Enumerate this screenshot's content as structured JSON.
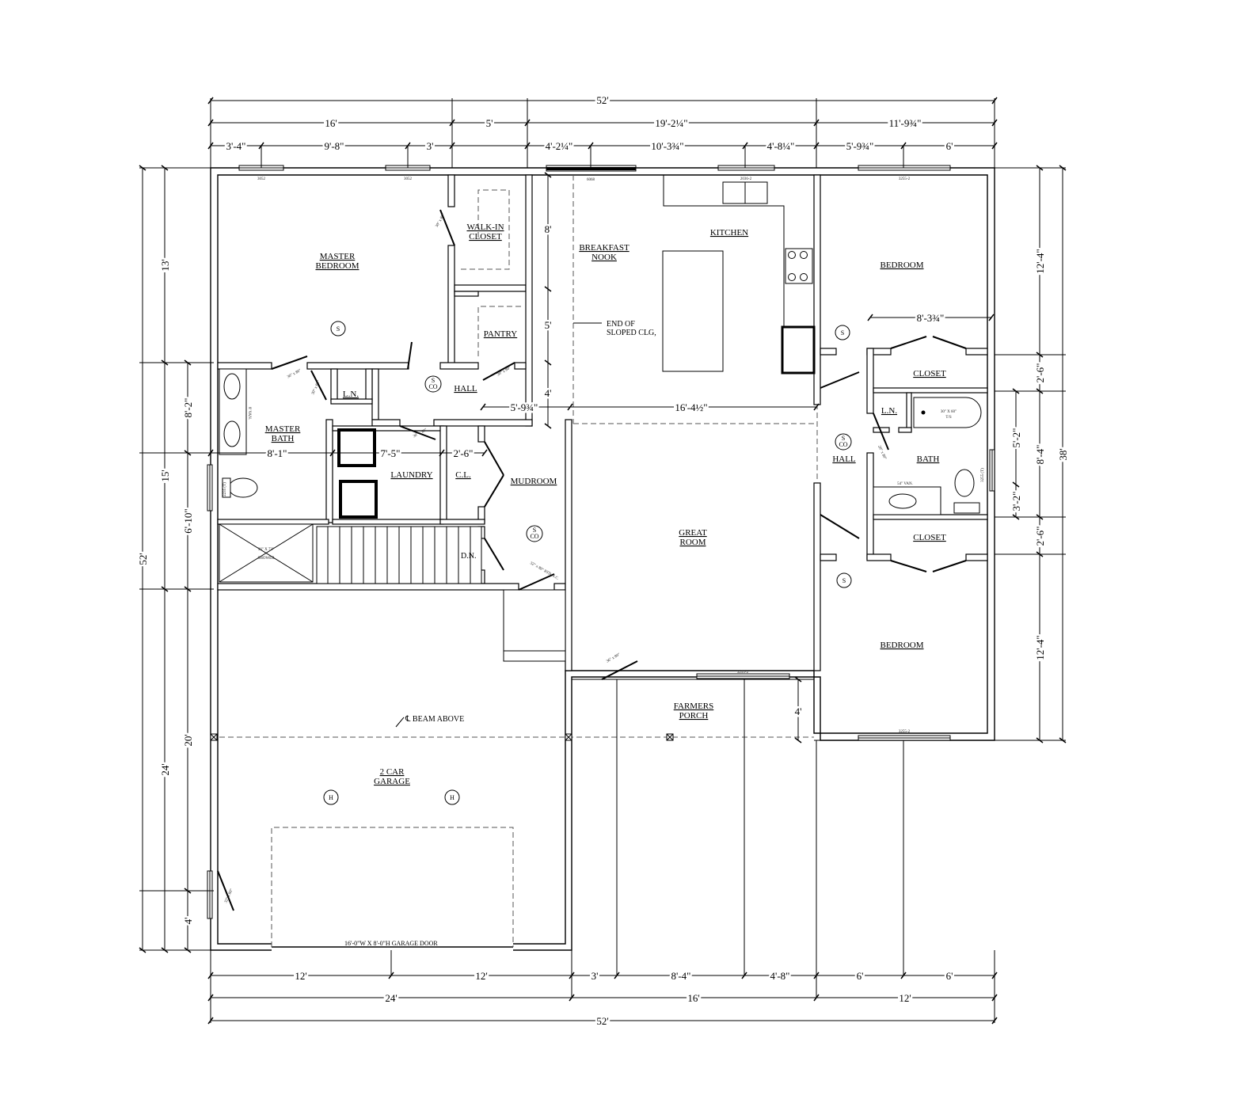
{
  "rooms": {
    "master_bedroom": [
      "MASTER",
      "BEDROOM"
    ],
    "walk_in_closet": [
      "WALK-IN",
      "CLOSET"
    ],
    "pantry": "PANTRY",
    "breakfast_nook": [
      "BREAKFAST",
      "NOOK"
    ],
    "kitchen": "KITCHEN",
    "bedroom_upper": "BEDROOM",
    "closet_upper": "CLOSET",
    "linen_right": "L.N.",
    "bath": "BATH",
    "hall_right": "HALL",
    "closet_lower": "CLOSET",
    "bedroom_lower": "BEDROOM",
    "linen_left": "L.N.",
    "hall_left": "HALL",
    "master_bath": [
      "MASTER",
      "BATH"
    ],
    "laundry": "LAUNDRY",
    "closet_mudroom": "C.L.",
    "mudroom": "MUDROOM",
    "great_room": [
      "GREAT",
      "ROOM"
    ],
    "farmers_porch": [
      "FARMERS",
      "PORCH"
    ],
    "garage": [
      "2 CAR",
      "GARAGE"
    ]
  },
  "notes": {
    "sloped_ceiling": [
      "END OF",
      "SLOPED CLG,"
    ],
    "beam": "℄ BEAM ABOVE",
    "garage_door": "16'-0\"W X 8'-0\"H GARAGE DOOR",
    "stairs": "D.N.",
    "master_vanity": "8' VAN.",
    "bath_vanity": "54\" VAN.",
    "tub": [
      "30\" X 60\"",
      "T/S"
    ],
    "shower": [
      "36\" X 72\"",
      "SHOWER"
    ]
  },
  "windows": {
    "master_left": "3052",
    "master_right": "3052",
    "nook_slider": "6068",
    "kitchen": "2036-2",
    "bedroom_upper": "3255-2",
    "bedroom_lower": "3255-2",
    "great_room": "3255-2",
    "bath_right": "3255 (T)",
    "master_bath": "2235 (T)"
  },
  "door_sizes": {
    "walk_in": "30\" x 80\"",
    "master_bedroom": "30\" x 80\"",
    "master_bath": "30\" x 80\"",
    "pantry": "30\" x 80\"",
    "laundry": "30\" x 80\"",
    "garage_entry": "32\" x 80\" RTD. S.C.",
    "garage_side": "32\" x 80\"",
    "porch": "36\" x 80\"",
    "bath_right": "28\" x 80\""
  },
  "symbols": {
    "smoke": "S",
    "smoke_co": [
      "S",
      "CO"
    ],
    "heater": "H"
  },
  "dimensions": {
    "top_overall": "52'",
    "top_mid": [
      "16'",
      "5'",
      "19'-2¼\"",
      "11'-9¾\""
    ],
    "top_detail": [
      "3'-4\"",
      "9'-8\"",
      "3'",
      "4'-2¼\"",
      "10'-3¾\"",
      "4'-8¼\"",
      "5'-9¾\"",
      "6'"
    ],
    "left_overall": "52'",
    "left_mid": [
      "13'",
      "15'",
      "24'"
    ],
    "left_detail": [
      "8'-2\"",
      "6'-10\"",
      "20'",
      "4'"
    ],
    "right_overall": "38'",
    "right_mid": [
      "12'-4\"",
      "2'-6\"",
      "8'-4\"",
      "2'-6\"",
      "12'-4\""
    ],
    "right_inner": [
      "5'-2\"",
      "3'-2\""
    ],
    "bottom_detail": [
      "12'",
      "12'",
      "3'",
      "8'-4\"",
      "4'-8\"",
      "6'",
      "6'"
    ],
    "bottom_mid": [
      "24'",
      "16'",
      "12'"
    ],
    "bottom_overall": "52'",
    "interior": {
      "master_bath_width": "8'-1\"",
      "laundry_width": "7'-5\"",
      "closet_width": "2'-6\"",
      "hall_offset": "5'-9¾\"",
      "great_room_width": "16'-4½\"",
      "nook_8": "8'",
      "nook_5": "5'",
      "nook_4": "4'",
      "porch_depth": "4'",
      "bath_wing_width": "8'-3¾\""
    }
  }
}
